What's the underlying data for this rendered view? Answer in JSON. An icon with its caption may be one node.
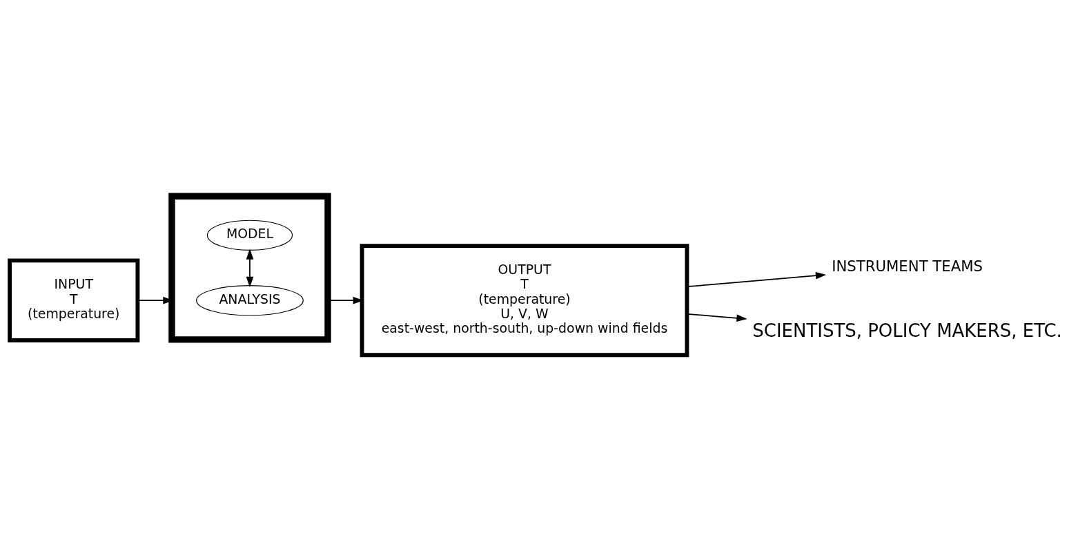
{
  "diagram": {
    "nodes": [
      {
        "text": [
          "INPUT",
          "T",
          "(temperature)"
        ]
      },
      {
        "text": [],
        "shape": "pentagon"
      },
      {
        "text": [
          "ANALYSIS"
        ],
        "in": 1
      },
      {
        "text": [
          "MODEL"
        ],
        "in": 1
      },
      {
        "text": [
          "OUTPUT",
          "T",
          "(temperature)",
          "U, V, W",
          "east-west, north-south, up-down wind fields"
        ]
      },
      {
        "text": [
          "INSTRUMENT TEAMS"
        ]
      },
      {
        "text": [
          "SCIENTISTS, POLICY MAKERS, ETC."
        ]
      }
    ],
    "edges": [
      {
        "from": 0,
        "to": 1,
        "arrow": "to"
      },
      {
        "from": 2,
        "to": 3,
        "arrow": "both"
      },
      {
        "from": 1,
        "to": 4,
        "arrow": "to"
      },
      {
        "from": 4,
        "to": 5,
        "arrow": "to"
      },
      {
        "from": 4,
        "to": 6,
        "arrow": "to"
      }
    ]
  }
}
